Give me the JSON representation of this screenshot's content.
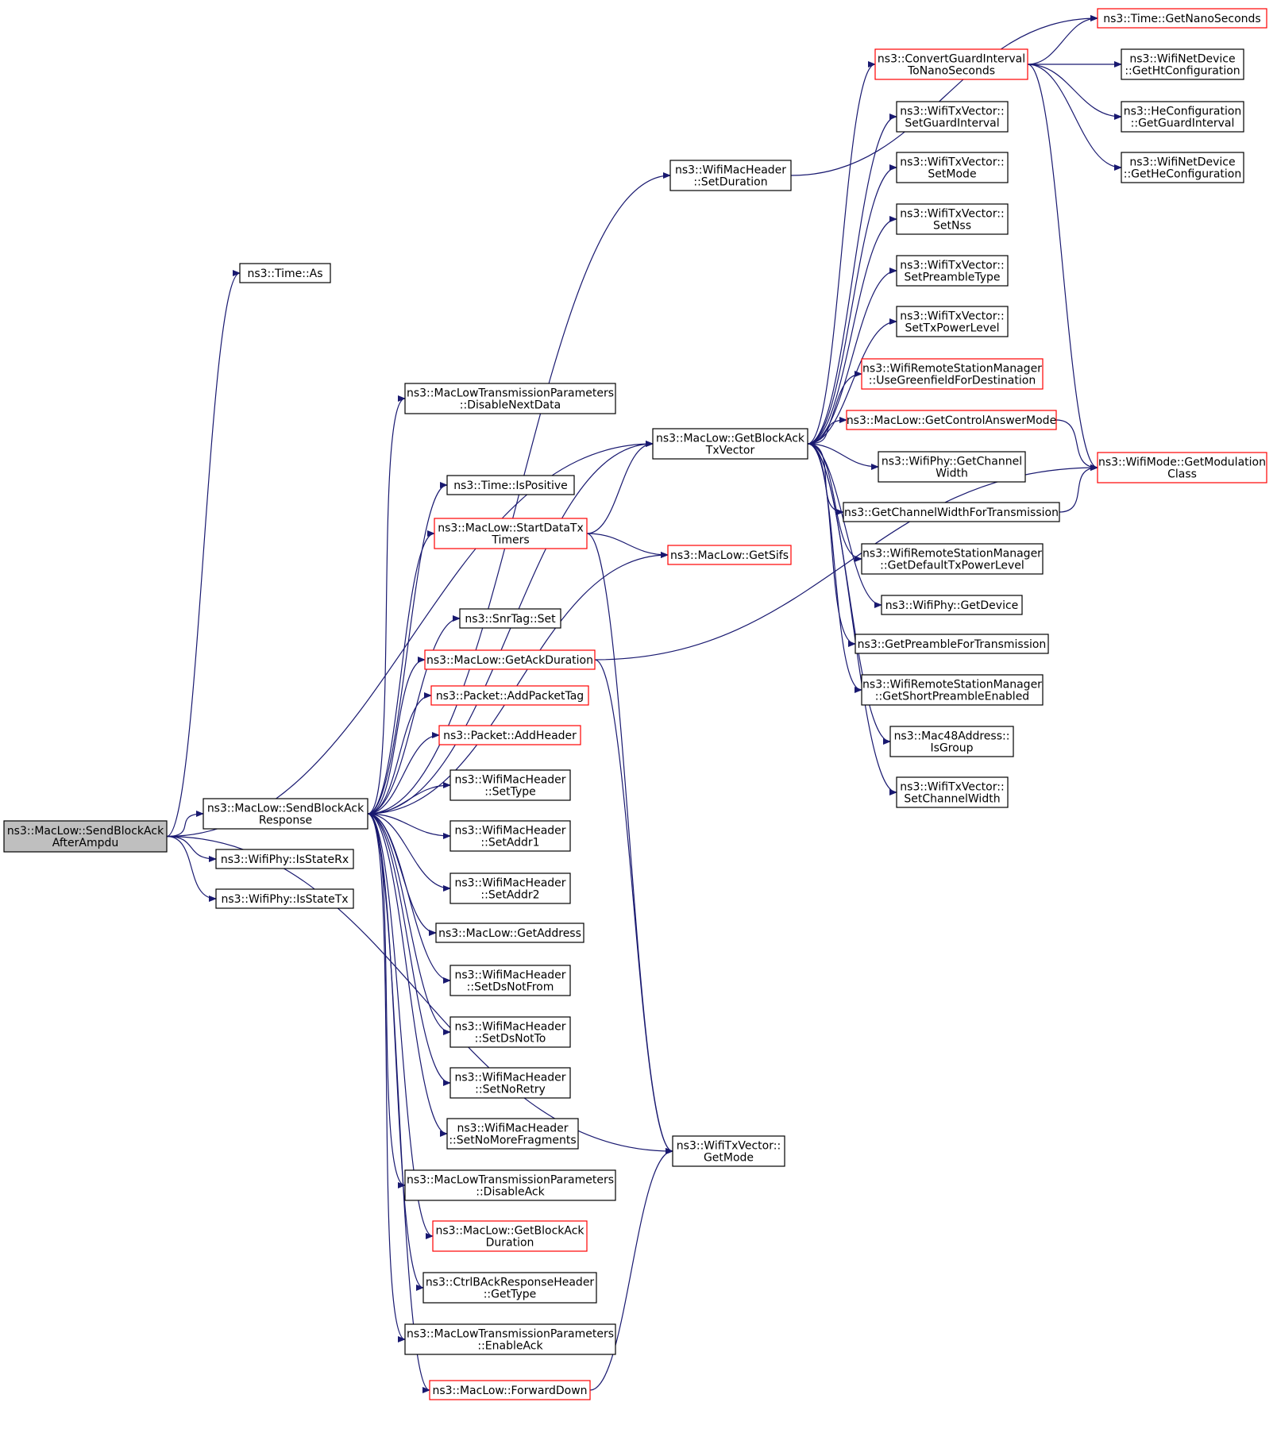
{
  "colors": {
    "edge": "#191970",
    "node_border_default": "#000000",
    "node_border_truncated": "#ff0000",
    "node_fill_root": "#bfbfbf",
    "node_fill": "#ffffff"
  },
  "nodes": [
    {
      "id": "root",
      "lines": [
        "ns3::MacLow::SendBlockAck",
        "AfterAmpdu"
      ],
      "style": "root"
    },
    {
      "id": "send_resp",
      "lines": [
        "ns3::MacLow::SendBlockAck",
        "Response"
      ],
      "style": "normal"
    },
    {
      "id": "isrx",
      "lines": [
        "ns3::WifiPhy::IsStateRx"
      ],
      "style": "normal"
    },
    {
      "id": "istx",
      "lines": [
        "ns3::WifiPhy::IsStateTx"
      ],
      "style": "normal"
    },
    {
      "id": "time_as",
      "lines": [
        "ns3::Time::As"
      ],
      "style": "normal"
    },
    {
      "id": "set_duration",
      "lines": [
        "ns3::WifiMacHeader",
        "::SetDuration"
      ],
      "style": "normal"
    },
    {
      "id": "disable_next",
      "lines": [
        "ns3::MacLowTransmissionParameters",
        "::DisableNextData"
      ],
      "style": "normal"
    },
    {
      "id": "is_positive",
      "lines": [
        "ns3::Time::IsPositive"
      ],
      "style": "normal"
    },
    {
      "id": "start_timers",
      "lines": [
        "ns3::MacLow::StartDataTx",
        "Timers"
      ],
      "style": "truncated"
    },
    {
      "id": "snr_set",
      "lines": [
        "ns3::SnrTag::Set"
      ],
      "style": "normal"
    },
    {
      "id": "ack_dur",
      "lines": [
        "ns3::MacLow::GetAckDuration"
      ],
      "style": "truncated"
    },
    {
      "id": "add_tag",
      "lines": [
        "ns3::Packet::AddPacketTag"
      ],
      "style": "truncated"
    },
    {
      "id": "add_header",
      "lines": [
        "ns3::Packet::AddHeader"
      ],
      "style": "truncated"
    },
    {
      "id": "set_type",
      "lines": [
        "ns3::WifiMacHeader",
        "::SetType"
      ],
      "style": "normal"
    },
    {
      "id": "set_addr1",
      "lines": [
        "ns3::WifiMacHeader",
        "::SetAddr1"
      ],
      "style": "normal"
    },
    {
      "id": "set_addr2",
      "lines": [
        "ns3::WifiMacHeader",
        "::SetAddr2"
      ],
      "style": "normal"
    },
    {
      "id": "get_address",
      "lines": [
        "ns3::MacLow::GetAddress"
      ],
      "style": "normal"
    },
    {
      "id": "ds_not_from",
      "lines": [
        "ns3::WifiMacHeader",
        "::SetDsNotFrom"
      ],
      "style": "normal"
    },
    {
      "id": "ds_not_to",
      "lines": [
        "ns3::WifiMacHeader",
        "::SetDsNotTo"
      ],
      "style": "normal"
    },
    {
      "id": "no_retry",
      "lines": [
        "ns3::WifiMacHeader",
        "::SetNoRetry"
      ],
      "style": "normal"
    },
    {
      "id": "no_more_frag",
      "lines": [
        "ns3::WifiMacHeader",
        "::SetNoMoreFragments"
      ],
      "style": "normal"
    },
    {
      "id": "disable_ack",
      "lines": [
        "ns3::MacLowTransmissionParameters",
        "::DisableAck"
      ],
      "style": "normal"
    },
    {
      "id": "blockack_dur",
      "lines": [
        "ns3::MacLow::GetBlockAck",
        "Duration"
      ],
      "style": "truncated"
    },
    {
      "id": "ctrl_type",
      "lines": [
        "ns3::CtrlBAckResponseHeader",
        "::GetType"
      ],
      "style": "normal"
    },
    {
      "id": "enable_ack",
      "lines": [
        "ns3::MacLowTransmissionParameters",
        "::EnableAck"
      ],
      "style": "normal"
    },
    {
      "id": "forward_down",
      "lines": [
        "ns3::MacLow::ForwardDown"
      ],
      "style": "truncated"
    },
    {
      "id": "get_ba_txvec",
      "lines": [
        "ns3::MacLow::GetBlockAck",
        "TxVector"
      ],
      "style": "normal"
    },
    {
      "id": "get_sifs",
      "lines": [
        "ns3::MacLow::GetSifs"
      ],
      "style": "truncated"
    },
    {
      "id": "txvec_getmode",
      "lines": [
        "ns3::WifiTxVector::",
        "GetMode"
      ],
      "style": "normal"
    },
    {
      "id": "conv_guard",
      "lines": [
        "ns3::ConvertGuardInterval",
        "ToNanoSeconds"
      ],
      "style": "truncated"
    },
    {
      "id": "set_guard",
      "lines": [
        "ns3::WifiTxVector::",
        "SetGuardInterval"
      ],
      "style": "normal"
    },
    {
      "id": "set_mode",
      "lines": [
        "ns3::WifiTxVector::",
        "SetMode"
      ],
      "style": "normal"
    },
    {
      "id": "set_nss",
      "lines": [
        "ns3::WifiTxVector::",
        "SetNss"
      ],
      "style": "normal"
    },
    {
      "id": "set_preamble",
      "lines": [
        "ns3::WifiTxVector::",
        "SetPreambleType"
      ],
      "style": "normal"
    },
    {
      "id": "set_txpower",
      "lines": [
        "ns3::WifiTxVector::",
        "SetTxPowerLevel"
      ],
      "style": "normal"
    },
    {
      "id": "use_greenfield",
      "lines": [
        "ns3::WifiRemoteStationManager",
        "::UseGreenfieldForDestination"
      ],
      "style": "truncated"
    },
    {
      "id": "ctrl_answer",
      "lines": [
        "ns3::MacLow::GetControlAnswerMode"
      ],
      "style": "truncated"
    },
    {
      "id": "phy_chwidth",
      "lines": [
        "ns3::WifiPhy::GetChannel",
        "Width"
      ],
      "style": "normal"
    },
    {
      "id": "chw_for_tx",
      "lines": [
        "ns3::GetChannelWidthForTransmission"
      ],
      "style": "normal"
    },
    {
      "id": "default_txpower",
      "lines": [
        "ns3::WifiRemoteStationManager",
        "::GetDefaultTxPowerLevel"
      ],
      "style": "normal"
    },
    {
      "id": "phy_device",
      "lines": [
        "ns3::WifiPhy::GetDevice"
      ],
      "style": "normal"
    },
    {
      "id": "preamble_for_tx",
      "lines": [
        "ns3::GetPreambleForTransmission"
      ],
      "style": "normal"
    },
    {
      "id": "short_preamble",
      "lines": [
        "ns3::WifiRemoteStationManager",
        "::GetShortPreambleEnabled"
      ],
      "style": "normal"
    },
    {
      "id": "mac48_isgroup",
      "lines": [
        "ns3::Mac48Address::",
        "IsGroup"
      ],
      "style": "normal"
    },
    {
      "id": "set_chwidth",
      "lines": [
        "ns3::WifiTxVector::",
        "SetChannelWidth"
      ],
      "style": "normal"
    },
    {
      "id": "get_nanos",
      "lines": [
        "ns3::Time::GetNanoSeconds"
      ],
      "style": "truncated"
    },
    {
      "id": "ht_config",
      "lines": [
        "ns3::WifiNetDevice",
        "::GetHtConfiguration"
      ],
      "style": "normal"
    },
    {
      "id": "he_guard",
      "lines": [
        "ns3::HeConfiguration",
        "::GetGuardInterval"
      ],
      "style": "normal"
    },
    {
      "id": "he_config",
      "lines": [
        "ns3::WifiNetDevice",
        "::GetHeConfiguration"
      ],
      "style": "normal"
    },
    {
      "id": "mod_class",
      "lines": [
        "ns3::WifiMode::GetModulation",
        "Class"
      ],
      "style": "truncated"
    }
  ],
  "edges": [
    [
      "root",
      "time_as"
    ],
    [
      "root",
      "get_ba_txvec"
    ],
    [
      "root",
      "send_resp"
    ],
    [
      "root",
      "isrx"
    ],
    [
      "root",
      "istx"
    ],
    [
      "root",
      "txvec_getmode"
    ],
    [
      "send_resp",
      "set_duration"
    ],
    [
      "send_resp",
      "disable_next"
    ],
    [
      "send_resp",
      "get_ba_txvec"
    ],
    [
      "send_resp",
      "is_positive"
    ],
    [
      "send_resp",
      "start_timers"
    ],
    [
      "send_resp",
      "get_sifs"
    ],
    [
      "send_resp",
      "snr_set"
    ],
    [
      "send_resp",
      "ack_dur"
    ],
    [
      "send_resp",
      "add_tag"
    ],
    [
      "send_resp",
      "add_header"
    ],
    [
      "send_resp",
      "set_type"
    ],
    [
      "send_resp",
      "set_addr1"
    ],
    [
      "send_resp",
      "set_addr2"
    ],
    [
      "send_resp",
      "get_address"
    ],
    [
      "send_resp",
      "ds_not_from"
    ],
    [
      "send_resp",
      "ds_not_to"
    ],
    [
      "send_resp",
      "no_retry"
    ],
    [
      "send_resp",
      "no_more_frag"
    ],
    [
      "send_resp",
      "disable_ack"
    ],
    [
      "send_resp",
      "blockack_dur"
    ],
    [
      "send_resp",
      "ctrl_type"
    ],
    [
      "send_resp",
      "enable_ack"
    ],
    [
      "send_resp",
      "forward_down"
    ],
    [
      "set_duration",
      "get_nanos"
    ],
    [
      "start_timers",
      "get_ba_txvec"
    ],
    [
      "start_timers",
      "get_sifs"
    ],
    [
      "start_timers",
      "txvec_getmode"
    ],
    [
      "ack_dur",
      "txvec_getmode"
    ],
    [
      "ack_dur",
      "mod_class"
    ],
    [
      "forward_down",
      "txvec_getmode"
    ],
    [
      "get_ba_txvec",
      "conv_guard"
    ],
    [
      "get_ba_txvec",
      "set_guard"
    ],
    [
      "get_ba_txvec",
      "set_mode"
    ],
    [
      "get_ba_txvec",
      "set_nss"
    ],
    [
      "get_ba_txvec",
      "set_preamble"
    ],
    [
      "get_ba_txvec",
      "set_txpower"
    ],
    [
      "get_ba_txvec",
      "use_greenfield"
    ],
    [
      "get_ba_txvec",
      "ctrl_answer"
    ],
    [
      "get_ba_txvec",
      "phy_chwidth"
    ],
    [
      "get_ba_txvec",
      "chw_for_tx"
    ],
    [
      "get_ba_txvec",
      "default_txpower"
    ],
    [
      "get_ba_txvec",
      "phy_device"
    ],
    [
      "get_ba_txvec",
      "preamble_for_tx"
    ],
    [
      "get_ba_txvec",
      "short_preamble"
    ],
    [
      "get_ba_txvec",
      "mac48_isgroup"
    ],
    [
      "get_ba_txvec",
      "set_chwidth"
    ],
    [
      "conv_guard",
      "get_nanos"
    ],
    [
      "conv_guard",
      "ht_config"
    ],
    [
      "conv_guard",
      "he_guard"
    ],
    [
      "conv_guard",
      "he_config"
    ],
    [
      "conv_guard",
      "mod_class"
    ],
    [
      "ctrl_answer",
      "mod_class"
    ],
    [
      "chw_for_tx",
      "mod_class"
    ]
  ]
}
